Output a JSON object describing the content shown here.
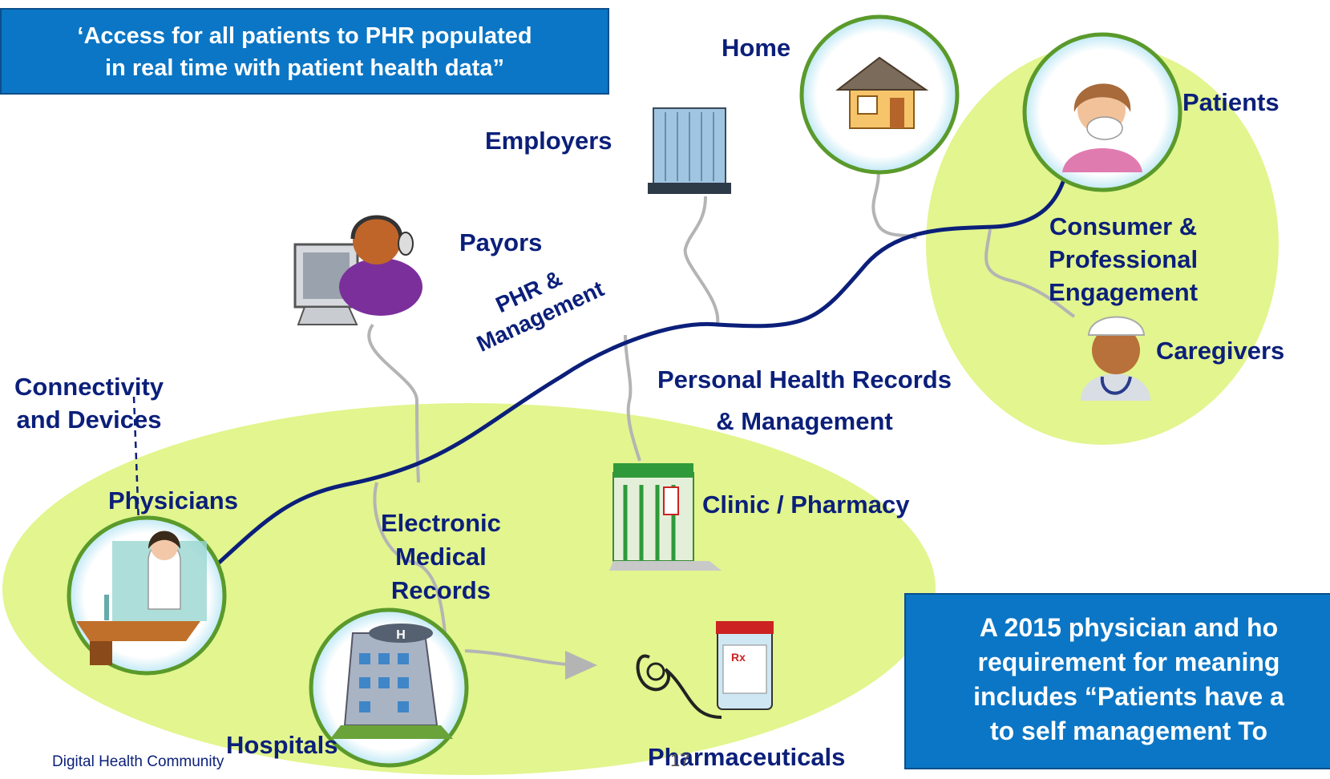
{
  "quote": {
    "line1": "‘Access for all patients to PHR populated",
    "line2": "in real time with patient health data”"
  },
  "nodes": {
    "home": "Home",
    "employers": "Employers",
    "payors": "Payors",
    "patients": "Patients",
    "consumer_engagement": [
      "Consumer &",
      "Professional",
      "Engagement"
    ],
    "caregivers": "Caregivers",
    "connectivity": [
      "Connectivity",
      "and Devices"
    ],
    "physicians": "Physicians",
    "emr": [
      "Electronic",
      "Medical",
      "Records"
    ],
    "clinic": "Clinic / Pharmacy",
    "phr": [
      "Personal Health Records",
      "& Management"
    ],
    "hospitals": "Hospitals",
    "pharmaceuticals": "Pharmaceuticals"
  },
  "path_label": [
    "PHR &",
    "Management"
  ],
  "requirement": {
    "line1": "A 2015 physician and ho",
    "line2": "requirement for meaning",
    "line3": "includes “Patients have a",
    "line4": "to self management To"
  },
  "footer": "Digital Health Community",
  "page_number": "17",
  "colors": {
    "blob": "#e2f58e",
    "navy": "#0b1f7a",
    "box": "#0b76c5",
    "ring": "#5a9a2b"
  }
}
